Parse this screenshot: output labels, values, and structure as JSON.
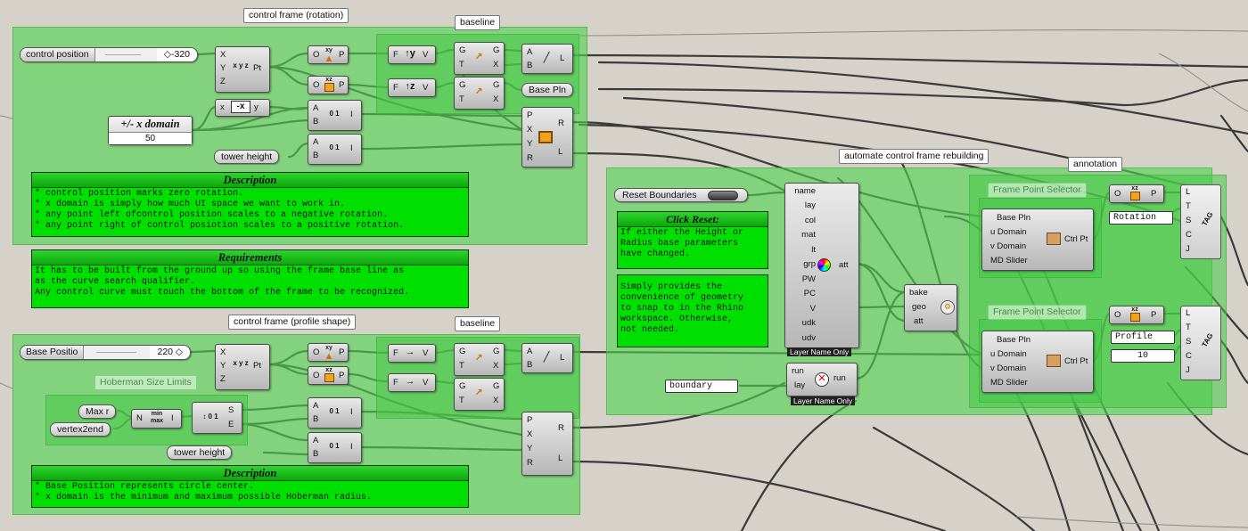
{
  "groups": {
    "rotation": "control frame (rotation)",
    "profile": "control frame (profile shape)",
    "baseline_top": "baseline",
    "baseline_bottom": "baseline",
    "automate": "automate control frame rebuilding",
    "annotation": "annotation",
    "hoberman": "Hoberman Size Limits",
    "fps_top": "Frame Point Selector",
    "fps_bottom": "Frame Point Selector"
  },
  "sliders": {
    "control_position": {
      "name": "control position",
      "value": "◇-320"
    },
    "base_position": {
      "name": "Base Positio",
      "value": "220 ◇"
    }
  },
  "params": {
    "tower_height_top": "tower height",
    "tower_height_bottom": "tower height",
    "base_pln": "Base Pln",
    "max_r": "Max r",
    "vertex2end": "vertex2end",
    "reset_boundaries": "Reset Boundaries"
  },
  "domain": {
    "title": "+/- x domain",
    "value": "50"
  },
  "panels": {
    "boundary": "boundary",
    "rotation": "Rotation",
    "profile": "Profile",
    "ten": "10"
  },
  "scribbles": {
    "desc1": {
      "title": "Description",
      "text": "* control position marks zero rotation.\n* x domain is simply how much UI space we want to work in.\n* any point left ofcontrol position scales to a negative rotation.\n* any point right of control posiotion scales to a positive rotation."
    },
    "requirements": {
      "title": "Requirements",
      "text": "It has to be built from the ground up so using the frame base line as\nas the curve search qualifier.\nAny control curve must touch the bottom of the frame to be recognized."
    },
    "desc2": {
      "title": "Description",
      "text": "* Base Position represents circle center.\n* x domain is the minimum and maximum possible Hoberman radius."
    },
    "click_reset": {
      "title": "Click Reset:",
      "text": "If either the Height or\nRadius base parameters\nhave changed."
    },
    "convenience": {
      "title": "",
      "text": "Simply provides the\nconvenience of geometry\nto snap to in the Rhino\nworkspace. Otherwise,\nnot needed."
    }
  },
  "bake_inputs": [
    "name",
    "lay",
    "col",
    "mat",
    "lt",
    "grp",
    "PW",
    "PC",
    "V",
    "udk",
    "udv"
  ],
  "bake_output": "att",
  "layer_label_1": "Layer Name Only",
  "layer_label_2": "Layer Name Only",
  "bakecomp": {
    "in": [
      "bake",
      "geo",
      "att"
    ]
  },
  "runlay": {
    "in": [
      "run",
      "lay"
    ],
    "out": "run"
  },
  "fps": {
    "in": [
      "Base Pln",
      "u Domain",
      "v Domain",
      "MD Slider"
    ],
    "out": "Ctrl Pt"
  },
  "tag_inputs": [
    "L",
    "T",
    "S",
    "C",
    "J"
  ],
  "tag_label": "TAG",
  "ports": {
    "construct_point": {
      "in": [
        "X",
        "Y",
        "Z"
      ],
      "out": "Pt"
    },
    "plane_xy": {
      "in": "O",
      "out": "P"
    },
    "plane_xz": {
      "in": "O",
      "out": "P"
    },
    "fv": {
      "in": "F",
      "out": "V"
    },
    "move": {
      "in": [
        "G",
        "T"
      ],
      "out": [
        "G",
        "X"
      ]
    },
    "line": {
      "in": [
        "A",
        "B"
      ],
      "out": "L"
    },
    "negate": {
      "in": "x",
      "out": "y"
    },
    "range": {
      "in": [
        "A",
        "B"
      ],
      "out": "I"
    },
    "rect": {
      "in": [
        "P",
        "X",
        "Y",
        "R"
      ],
      "out": [
        "R",
        "L"
      ]
    },
    "bounds": {
      "in": "N",
      "out": "I"
    },
    "deconstruct": {
      "out": [
        "S",
        "E"
      ]
    }
  },
  "icons": {
    "construct_point": "x y z",
    "plane_xy": "xy",
    "plane_xz": "xz",
    "negate": "-x",
    "range": "0 1",
    "bounds": "min max"
  },
  "colors": {
    "canvas": "#d6d1c9",
    "group": "#50d250",
    "scribble": "#00e000",
    "scribble_head": "#0aa80a"
  }
}
